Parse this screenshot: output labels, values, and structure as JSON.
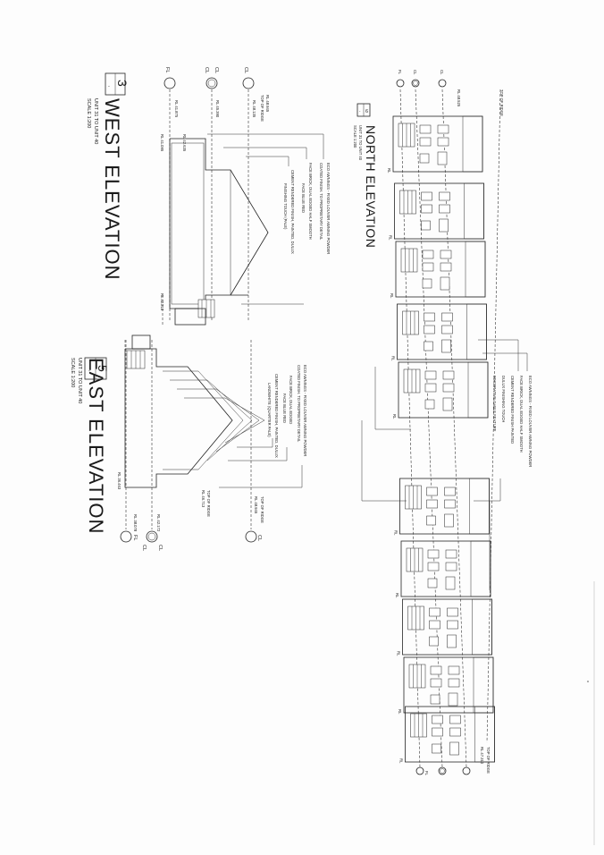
{
  "west": {
    "title": "WEST ELEVATION",
    "subtitle": "UNIT 31 TO UNIT 40",
    "scale": "SCALE 1:200",
    "ref_num": "3",
    "ref_sub": "-",
    "levels": {
      "fl": "FL",
      "cl1": "CL",
      "cl2": "CL",
      "rl_48": "RL 48.135",
      "rl_45": "RL 45.390",
      "rl_41": "RL 41.875",
      "rl_42": "RL 42.635",
      "rl_41b": "RL 41.095",
      "rl_42b": "RL 42.210",
      "top_ridge": "TOP OF RIDGE",
      "rl_top": "RL 48.945"
    },
    "notes": {
      "n1": "ECO AWNINGS - FIXED LOUVER AWNING POWDER",
      "n2": "COATED FINISH. TO PROPRIETARY DETAIL",
      "n3": "FACE BRICK, DUAL EDGED HALF SMOOTH",
      "n4": "FACE BLUE RED",
      "n5": "CEMENT RENDERED FINISH, PAINTED, DULUX",
      "n6": "FINISHING TOUCH (PALE)"
    }
  },
  "east": {
    "title": "EAST ELEVATION",
    "subtitle": "UNIT 31 TO UNIT 40",
    "scale": "SCALE 1:200",
    "ref_num": "5",
    "ref_sub": "-",
    "levels": {
      "fl": "FL",
      "cl1": "CL",
      "cl2": "CL",
      "top_ridge": "TOP OF RIDGE",
      "rl_top": "RL 48.945",
      "top_ridge2": "TOP OF RIDGE",
      "rl_top2": "RL 46.713",
      "rl_a": "RL 42.172",
      "rl_b": "RL 38.078",
      "rl_c": "RL 36.463"
    },
    "notes": {
      "n1": "ECO AWNINGS - FIXED LOUVER AWNING POWDER",
      "n2": "COATED FINISH. TO PROPRIETARY DETAIL",
      "n3": "FACE BRICK, DUAL EDGED",
      "n4": "FACE BLUE RED",
      "n5": "CEMENT RENDERED FINISH, PAINTED, DULUX",
      "n6": "LANDWHITE (QUARTER PALE)"
    }
  },
  "north": {
    "title": "NORTH ELEVATION",
    "subtitle": "UNIT 31 TO UNIT 40",
    "scale": "SCALE 1:200",
    "ref_num": "6",
    "ref_sub": "-",
    "levels": {
      "fl": "FL",
      "cl1": "CL",
      "cl2": "CL",
      "fl2": "FL",
      "top_ridge": "TOP OF RIDGE",
      "top_ridge2": "TOP OF RIDGE",
      "rl_start": "RL 48.525",
      "rl_end": "RL 47.310"
    },
    "notes": {
      "n1": "ECO AWNINGS - FIXED LOUVER AWNING POWDER",
      "n2": "FACE BRICK, DUAL EDGED HALF SMOOTH",
      "n3": "CEMENT RENDERED FINISH PAINTED",
      "n4": "DULUX FINISHING TOUCH",
      "n5": "DECORATIVE GABLE FEATURE"
    }
  }
}
